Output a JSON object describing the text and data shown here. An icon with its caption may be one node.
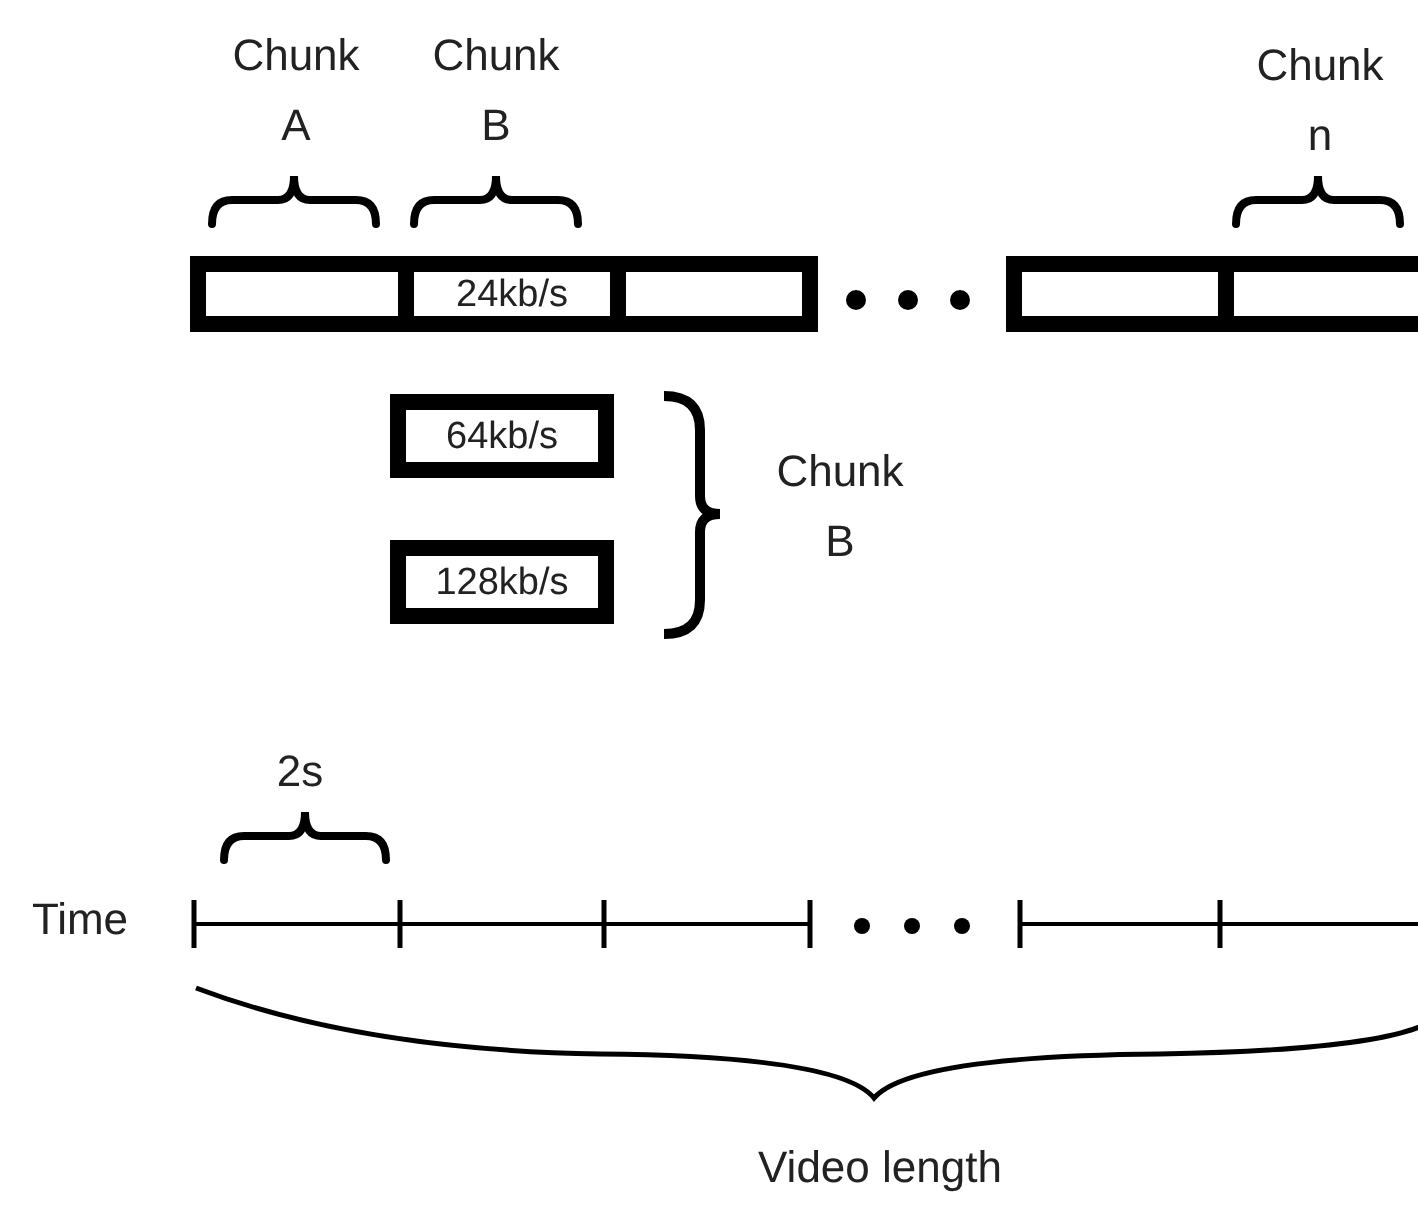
{
  "diagram": {
    "nodes": [
      {
        "text": [],
        "shape": "box"
      },
      {
        "text": [
          "24kb/s"
        ]
      },
      {
        "text": [],
        "shape": "box"
      },
      {
        "text": [],
        "shape": "box"
      },
      {
        "text": [],
        "shape": "box"
      },
      {
        "text": [
          "64kb/s"
        ]
      },
      {
        "text": [
          "128kb/s"
        ]
      }
    ],
    "edges": [],
    "labels": [
      "Chunk A",
      "Chunk B",
      "Chunk n",
      "Chunk B",
      "2s",
      "Time",
      "Video length"
    ]
  }
}
